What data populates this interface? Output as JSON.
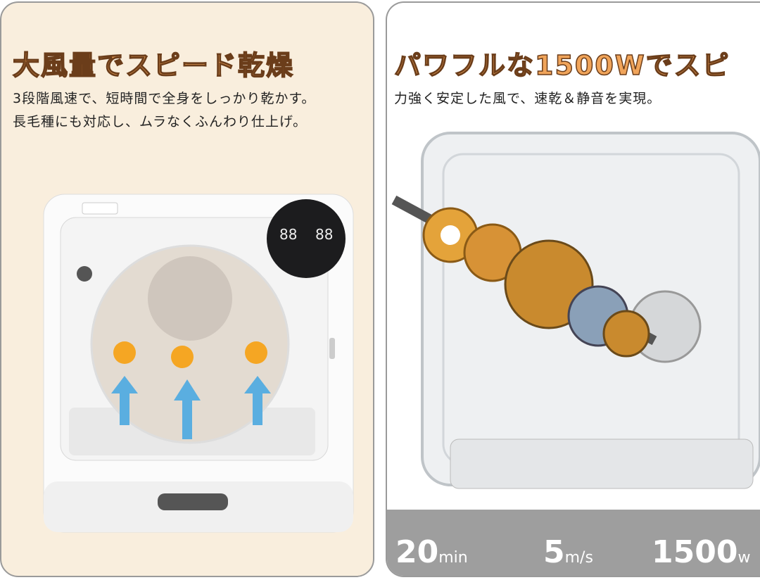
{
  "left": {
    "title": "大風量でスピード乾燥",
    "lines": [
      "3段階風速で、短時間で全身をしっかり乾かす。",
      "長毛種にも対応し、ムラなくふんわり仕上げ。"
    ],
    "display_readout": [
      "88",
      "88"
    ]
  },
  "right": {
    "title": "パワフルな1500Wでスピ",
    "line": "力強く安定した風で、速乾＆静音を実現。",
    "stats": [
      {
        "value": "20",
        "unit": "min"
      },
      {
        "value": "5",
        "unit": "m/s"
      },
      {
        "value": "1500",
        "unit": "w"
      }
    ]
  },
  "colors": {
    "title_orange": "#f0a45a",
    "left_bg": "#f9eedd",
    "airflow_dot": "#f5a623",
    "airflow_arrow": "#5aaee0"
  }
}
